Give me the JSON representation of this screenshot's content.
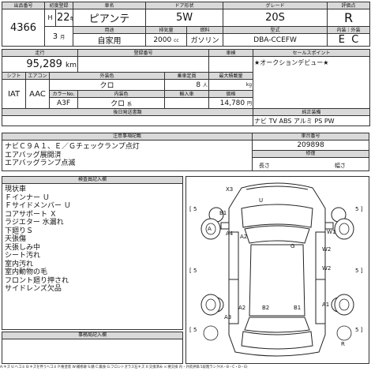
{
  "header": {
    "labels": {
      "lot_no": "出品番号",
      "first_reg": "初度登録",
      "car_name": "車名",
      "doors": "ドア形状",
      "grade": "グレード",
      "score": "評価点",
      "purpose": "用途",
      "cc": "排気量",
      "fuel": "燃料",
      "shape": "型式",
      "interior": "内装",
      "exterior": "外装"
    },
    "lot_no": "4366",
    "era": "H",
    "year": "22",
    "year_unit": "年",
    "month": "3",
    "month_unit": "月",
    "car_name": "ピアンテ",
    "doors": "5W",
    "grade": "20S",
    "score": "R",
    "purpose": "自家用",
    "cc": "2000",
    "cc_unit": "cc",
    "fuel": "ガソリン",
    "model": "DBA-CCEFW",
    "interior": "E",
    "exterior": "C"
  },
  "mid": {
    "labels": {
      "mileage": "走行",
      "reg_no": "登録番号",
      "inspection": "車検",
      "selling": "セールスポイント",
      "shift": "シフト",
      "ac": "エアコン",
      "ext_color": "外装色",
      "capacity": "乗車定員",
      "max_load": "最大積載量",
      "color_no": "カラーNo.",
      "int_color": "内装色",
      "import": "輸入車",
      "price": "価格",
      "history": "後日発送書類",
      "equipment": "純正装備",
      "notes": "注意事項記載",
      "odometer": "車台番号",
      "repair": "修復",
      "inspection_list": "検査員記入欄",
      "auction_list": "事務局記入欄",
      "left": "長さ",
      "right": "幅さ"
    },
    "mileage": "95,289",
    "mileage_unit": "km",
    "selling_point": "★オークションデビュー★",
    "shift": "IAT",
    "ac": "AAC",
    "ext_color": "クロ",
    "capacity": "8",
    "capacity_unit": "人",
    "load_unit": "kg",
    "color_no": "A3F",
    "int_color": "クロ",
    "int_color_unit": "系",
    "price": "14,780",
    "price_unit": "円",
    "equipment": "ナビ TV ABS アルミ PS PW",
    "odometer": "209898"
  },
  "notes": [
    "ナビＣ９Ａ１、Ｅ／Ｇチェックランプ点灯",
    "エアバッグ展開済",
    "エアバッグランプ点滅"
  ],
  "inspection": [
    "現状車",
    "Ｆインナー Ｕ",
    "Ｆサイドメンバー Ｕ",
    "コアサポート Ｘ",
    "ラジエター 水漏れ",
    "下廻りＳ",
    "天張傷",
    "天張しみ中",
    "シート汚れ",
    "室内汚れ",
    "室内動物の毛",
    "フロント廻り押され",
    "サイドレンズ欠品"
  ],
  "diagram": {
    "marks": [
      {
        "name": "mark-x3",
        "text": "X3"
      },
      {
        "name": "mark-u",
        "text": "U"
      },
      {
        "name": "mark-b1-front",
        "text": "B1"
      },
      {
        "name": "mark-a-left",
        "text": "A"
      },
      {
        "name": "mark-a4",
        "text": "A4"
      },
      {
        "name": "mark-a2-upper",
        "text": "A2"
      },
      {
        "name": "mark-w1",
        "text": "W1"
      },
      {
        "name": "mark-g-center",
        "text": "G"
      },
      {
        "name": "mark-w2-a",
        "text": "W2"
      },
      {
        "name": "mark-w2-b",
        "text": "W2"
      },
      {
        "name": "mark-a2-lower",
        "text": "A2"
      },
      {
        "name": "mark-b2",
        "text": "B2"
      },
      {
        "name": "mark-b1-rear",
        "text": "B1"
      },
      {
        "name": "mark-a3",
        "text": "A3"
      },
      {
        "name": "mark-a1",
        "text": "A1"
      },
      {
        "name": "mark-r",
        "text": "R"
      }
    ],
    "brackets": [
      "[ 5",
      "5 ]",
      "[ 5",
      "5 ]",
      "[ 5",
      "5 ]"
    ]
  },
  "footer": "A:キズ U:ヘコミ B:キズを伴うヘコミ P:要塗装 W:補修跡 S:錆 C:腐食 G:フロントガラス石キズ X:交換済み ×:要交換 内・外装評価 5段階ランク(A・B・C・D・E)"
}
